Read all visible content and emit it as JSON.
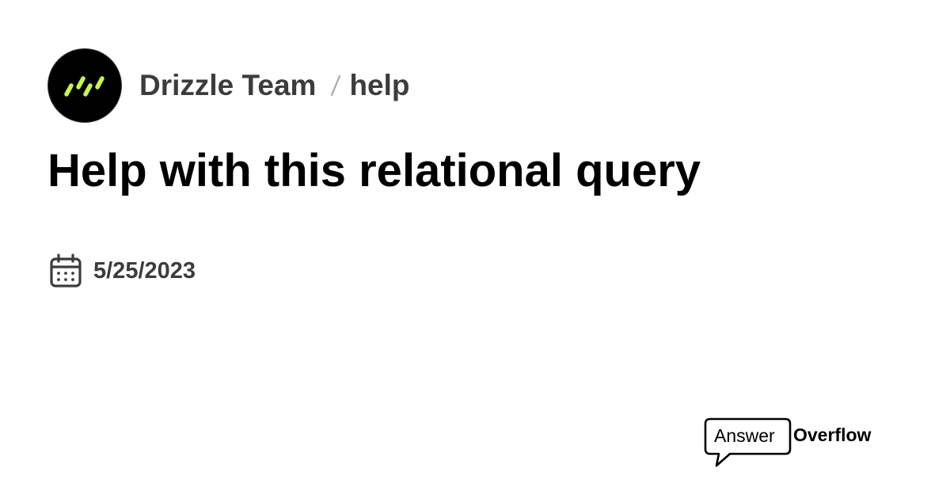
{
  "header": {
    "server_name": "Drizzle Team",
    "separator": "/",
    "channel_name": "help",
    "avatar_icon": "drizzle-logo-icon",
    "avatar_accent": "#c5f74f"
  },
  "thread": {
    "title": "Help with this relational query",
    "date": "5/25/2023",
    "date_icon": "calendar-icon"
  },
  "brand": {
    "answer": "Answer",
    "overflow": "Overflow",
    "icon": "speech-bubble-icon"
  }
}
